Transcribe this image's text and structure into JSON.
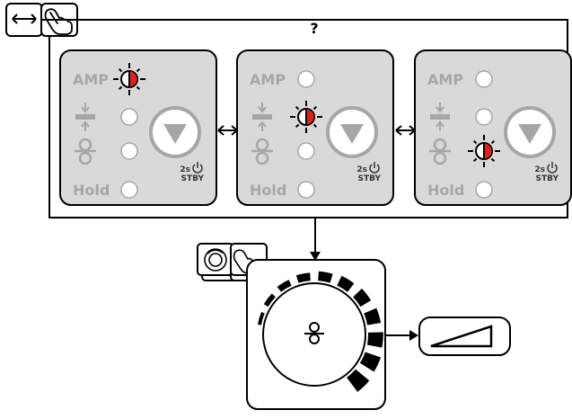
{
  "header": {
    "question_mark": "?"
  },
  "panels": [
    {
      "indicators": [
        {
          "label": "AMP",
          "state": "blinking"
        },
        {
          "label": "",
          "state": "off"
        },
        {
          "label": "",
          "state": "off"
        },
        {
          "label": "Hold",
          "state": "off"
        }
      ],
      "standby_time": "2s",
      "standby_label": "STBY"
    },
    {
      "indicators": [
        {
          "label": "AMP",
          "state": "off"
        },
        {
          "label": "",
          "state": "blinking"
        },
        {
          "label": "",
          "state": "off"
        },
        {
          "label": "Hold",
          "state": "off"
        }
      ],
      "standby_time": "2s",
      "standby_label": "STBY"
    },
    {
      "indicators": [
        {
          "label": "AMP",
          "state": "off"
        },
        {
          "label": "",
          "state": "off"
        },
        {
          "label": "",
          "state": "blinking"
        },
        {
          "label": "Hold",
          "state": "off"
        }
      ],
      "standby_time": "2s",
      "standby_label": "STBY"
    }
  ],
  "colors": {
    "panel_bg": "#d9d9d9",
    "label_gray": "#a6a6a6",
    "led_red": "#d9261c",
    "line": "#000000",
    "blink_rays": "#000000"
  },
  "icons": {
    "top_left_1": "double-arrow-icon",
    "top_left_2": "hand-press-icon",
    "knob_press": "rotary-knob-icon",
    "knob_hand": "hand-turn-icon",
    "dial_center": "wire-spool-icon",
    "result": "ramp-up-icon",
    "panel_button": "down-arrow-button-icon"
  }
}
